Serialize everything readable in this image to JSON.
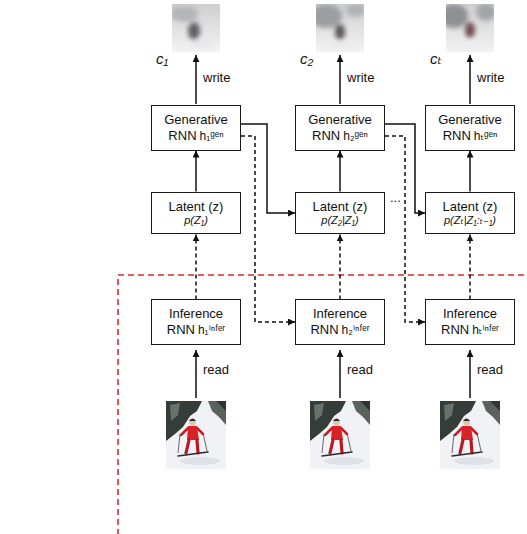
{
  "diagram": {
    "nodes": [
      {
        "text": [
          "Generative RNN",
          "h₁ᵍᵉⁿ"
        ]
      },
      {
        "text": [
          "Generative RNN",
          "h₂ᵍᵉⁿ"
        ]
      },
      {
        "text": [
          "Generative RNN",
          "hₜᵍᵉⁿ"
        ]
      },
      {
        "text": [
          "Latent (z)",
          "p(Z₁)"
        ]
      },
      {
        "text": [
          "Latent (z)",
          "p(Z₂|Z₁)"
        ]
      },
      {
        "text": [
          "Latent (z)",
          "p(Zₜ|Z₁:ₜ₋₁)"
        ]
      },
      {
        "text": [
          "Inference RNN",
          "h₁ⁱⁿᶠᵉʳ"
        ]
      },
      {
        "text": [
          "Inference RNN",
          "h₂ⁱⁿᶠᵉʳ"
        ]
      },
      {
        "text": [
          "Inference RNN",
          "hₜⁱⁿᶠᵉʳ"
        ]
      }
    ],
    "edges": [
      {
        "from": 3,
        "to": 0,
        "arrow": "to"
      },
      {
        "from": 4,
        "to": 1,
        "arrow": "to"
      },
      {
        "from": 5,
        "to": 2,
        "arrow": "to"
      },
      {
        "from": 0,
        "to": 4,
        "arrow": "to"
      },
      {
        "from": 1,
        "to": 5,
        "arrow": "to"
      },
      {
        "from": 6,
        "to": 3,
        "arrow": "to"
      },
      {
        "from": 7,
        "to": 4,
        "arrow": "to"
      },
      {
        "from": 8,
        "to": 5,
        "arrow": "to"
      },
      {
        "from": 0,
        "to": 7,
        "arrow": "to"
      },
      {
        "from": 1,
        "to": 8,
        "arrow": "to"
      }
    ],
    "labels": [
      "c₁",
      "write",
      "c₂",
      "write",
      "cₜ",
      "write",
      "...",
      "read",
      "read",
      "read"
    ]
  }
}
